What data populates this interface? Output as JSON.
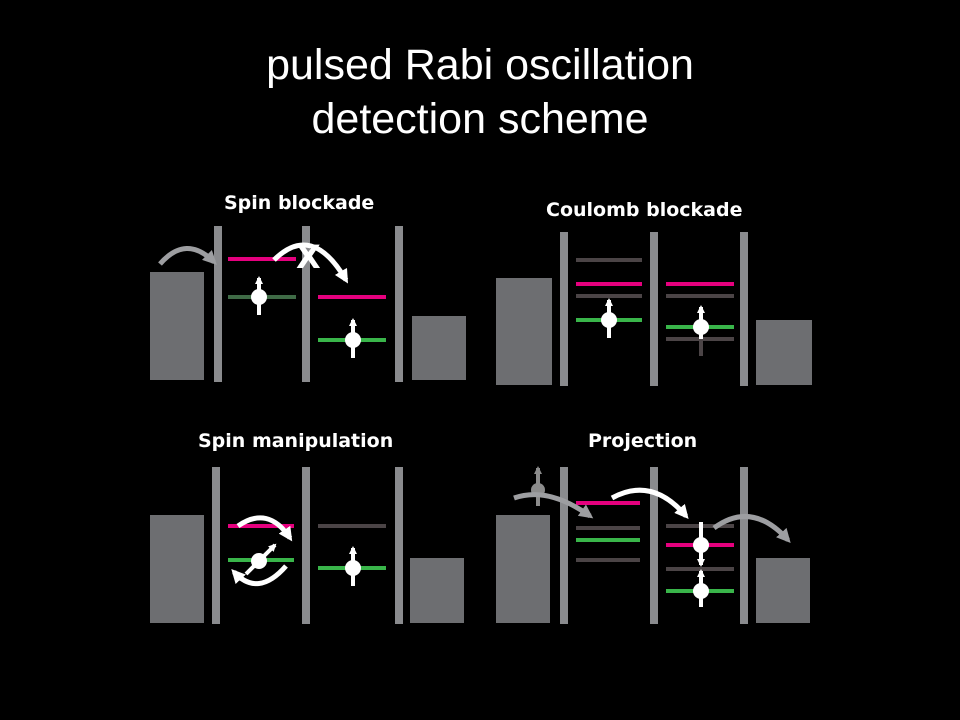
{
  "title": {
    "line1": "pulsed Rabi oscillation",
    "line2": "detection scheme"
  },
  "panels": {
    "spin_blockade": {
      "label": "Spin blockade",
      "mark": "X"
    },
    "coulomb_blockade": {
      "label": "Coulomb blockade"
    },
    "spin_manipulation": {
      "label": "Spin manipulation"
    },
    "projection": {
      "label": "Projection"
    }
  },
  "colors": {
    "background": "#000000",
    "reservoir": "#6d6e71",
    "barrier": "#8a8b8e",
    "upper_level": "#e5007e",
    "lower_level": "#39b54a",
    "dim_level": "#4b4446",
    "arrow": "#ffffff"
  }
}
